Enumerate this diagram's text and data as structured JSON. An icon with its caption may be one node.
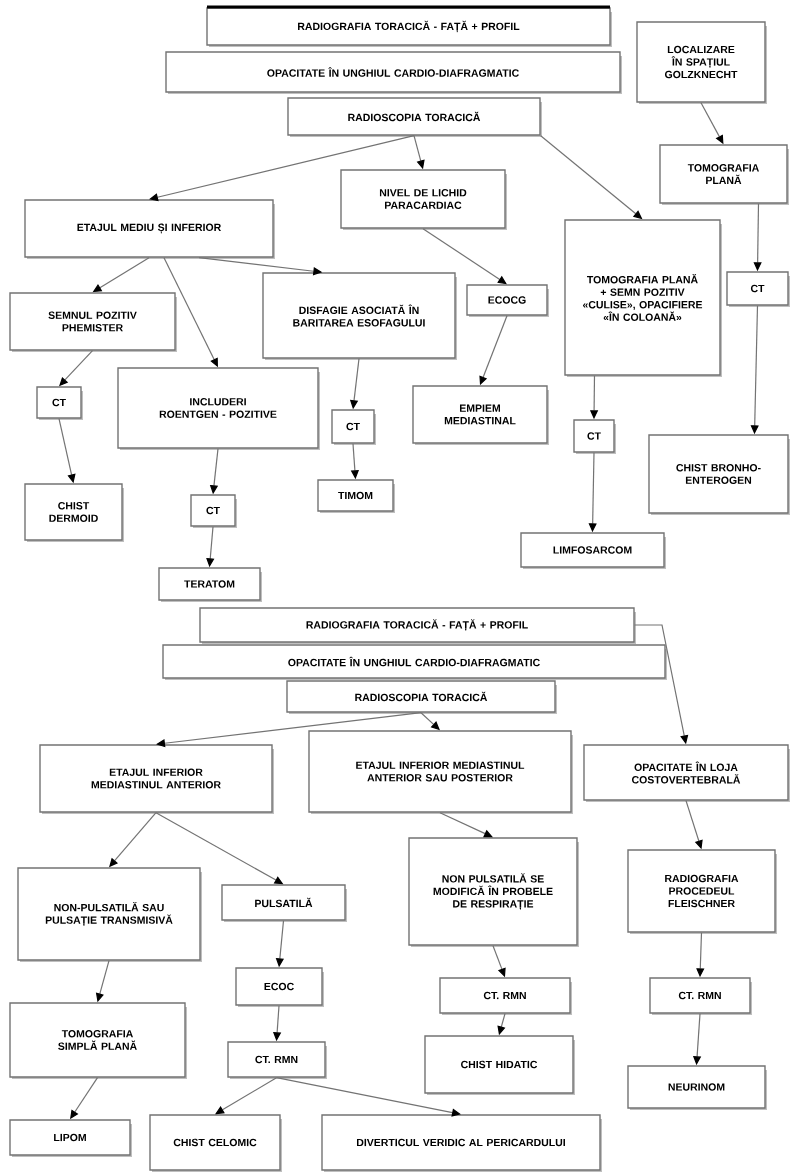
{
  "diagram": {
    "nodes": [
      {
        "text": [
          "RADIOGRAFIA TORACICĂ - FAȚĂ + PROFIL"
        ]
      },
      {
        "text": [
          "OPACITATE ÎN UNGHIUL CARDIO-DIAFRAGMATIC"
        ]
      },
      {
        "text": [
          "RADIOSCOPIA TORACICĂ"
        ]
      },
      {
        "text": [
          "LOCALIZARE ÎN SPAȚIUL GOLZKNECHT"
        ]
      },
      {
        "text": [
          "NIVEL DE LICHID PARACARDIAC"
        ]
      },
      {
        "text": [
          "ETAJUL MEDIU ȘI INFERIOR"
        ]
      },
      {
        "text": [
          "TOMOGRAFIA PLANĂ"
        ]
      },
      {
        "text": [
          "TOMOGRAFIA PLANĂ + SEMN POZITIV «CULISE», OPACIFIERE «ÎN COLOANĂ»"
        ]
      },
      {
        "text": [
          "SEMNUL POZITIV PHEMISTER"
        ]
      },
      {
        "text": [
          "DISFAGIE ASOCIATĂ ÎN BARITAREA ESOFAGULUI"
        ]
      },
      {
        "text": [
          "ECOCG"
        ]
      },
      {
        "text": [
          "CT"
        ]
      },
      {
        "text": [
          "INCLUDERI ROENTGEN - POZITIVE"
        ]
      },
      {
        "text": [
          "CT"
        ]
      },
      {
        "text": [
          "CT"
        ]
      },
      {
        "text": [
          "EMPIEM MEDIASTINAL"
        ]
      },
      {
        "text": [
          "CT"
        ]
      },
      {
        "text": [
          "CHIST BRONHO-ENTEROGEN"
        ]
      },
      {
        "text": [
          "CHIST DERMOID"
        ]
      },
      {
        "text": [
          "CT"
        ]
      },
      {
        "text": [
          "TIMOM"
        ]
      },
      {
        "text": [
          "LIMFOSARCOM"
        ]
      },
      {
        "text": [
          "TERATOM"
        ]
      },
      {
        "text": [
          "RADIOGRAFIA TORACICĂ - FAȚĂ + PROFIL"
        ]
      },
      {
        "text": [
          "OPACITATE ÎN UNGHIUL CARDIO-DIAFRAGMATIC"
        ]
      },
      {
        "text": [
          "RADIOSCOPIA TORACICĂ"
        ]
      },
      {
        "text": [
          "ETAJUL INFERIOR MEDIASTINUL ANTERIOR"
        ]
      },
      {
        "text": [
          "ETAJUL INFERIOR MEDIASTINUL ANTERIOR SAU POSTERIOR"
        ]
      },
      {
        "text": [
          "OPACITATE ÎN LOJA COSTOVERTEBRALĂ"
        ]
      },
      {
        "text": [
          "NON-PULSATILĂ SAU PULSAȚIE TRANSMISIVĂ"
        ]
      },
      {
        "text": [
          "PULSATILĂ"
        ]
      },
      {
        "text": [
          "NON PULSATILĂ SE MODIFICĂ ÎN PROBELE DE RESPIRAȚIE"
        ]
      },
      {
        "text": [
          "RADIOGRAFIA PROCEDEUL FLEISCHNER"
        ]
      },
      {
        "text": [
          "TOMOGRAFIA SIMPLĂ PLANĂ"
        ]
      },
      {
        "text": [
          "ECOC"
        ]
      },
      {
        "text": [
          "CT. RMN"
        ]
      },
      {
        "text": [
          "CT. RMN"
        ]
      },
      {
        "text": [
          "CT. RMN"
        ]
      },
      {
        "text": [
          "CHIST HIDATIC"
        ]
      },
      {
        "text": [
          "NEURINOM"
        ]
      },
      {
        "text": [
          "LIPOM"
        ]
      },
      {
        "text": [
          "CHIST CELOMIC"
        ]
      },
      {
        "text": [
          "DIVERTICUL VERIDIC AL PERICARDULUI"
        ]
      }
    ],
    "edges": [
      {
        "from": 2,
        "to": 5,
        "arrow": "to"
      },
      {
        "from": 2,
        "to": 4,
        "arrow": "to"
      },
      {
        "from": 2,
        "to": 7,
        "arrow": "to"
      },
      {
        "from": 3,
        "to": 6,
        "arrow": "to"
      },
      {
        "from": 6,
        "to": 11,
        "arrow": "to"
      },
      {
        "from": 11,
        "to": 17,
        "arrow": "to"
      },
      {
        "from": 4,
        "to": 10,
        "arrow": "to"
      },
      {
        "from": 10,
        "to": 15,
        "arrow": "to"
      },
      {
        "from": 5,
        "to": 8,
        "arrow": "to"
      },
      {
        "from": 5,
        "to": 12,
        "arrow": "to"
      },
      {
        "from": 5,
        "to": 9,
        "arrow": "to"
      },
      {
        "from": 8,
        "to": 13,
        "arrow": "to"
      },
      {
        "from": 13,
        "to": 18,
        "arrow": "to"
      },
      {
        "from": 12,
        "to": 19,
        "arrow": "to"
      },
      {
        "from": 19,
        "to": 22,
        "arrow": "to"
      },
      {
        "from": 9,
        "to": 14,
        "arrow": "to"
      },
      {
        "from": 14,
        "to": 20,
        "arrow": "to"
      },
      {
        "from": 7,
        "to": 16,
        "arrow": "to"
      },
      {
        "from": 16,
        "to": 21,
        "arrow": "to"
      },
      {
        "from": 23,
        "to": 28,
        "arrow": "to"
      },
      {
        "from": 25,
        "to": 26,
        "arrow": "to"
      },
      {
        "from": 25,
        "to": 27,
        "arrow": "to"
      },
      {
        "from": 28,
        "to": 32,
        "arrow": "to"
      },
      {
        "from": 26,
        "to": 29,
        "arrow": "to"
      },
      {
        "from": 26,
        "to": 30,
        "arrow": "to"
      },
      {
        "from": 27,
        "to": 31,
        "arrow": "to"
      },
      {
        "from": 29,
        "to": 33,
        "arrow": "to"
      },
      {
        "from": 30,
        "to": 34,
        "arrow": "to"
      },
      {
        "from": 31,
        "to": 35,
        "arrow": "to"
      },
      {
        "from": 32,
        "to": 36,
        "arrow": "to"
      },
      {
        "from": 34,
        "to": 37,
        "arrow": "to"
      },
      {
        "from": 35,
        "to": 38,
        "arrow": "to"
      },
      {
        "from": 36,
        "to": 39,
        "arrow": "to"
      },
      {
        "from": 33,
        "to": 40,
        "arrow": "to"
      },
      {
        "from": 37,
        "to": 41,
        "arrow": "to"
      },
      {
        "from": 37,
        "to": 42,
        "arrow": "to"
      }
    ]
  }
}
